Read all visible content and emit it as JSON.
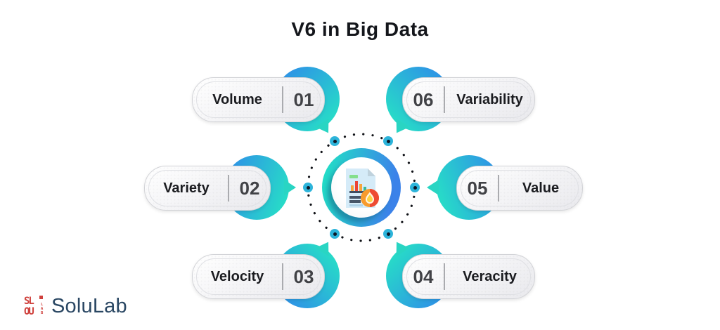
{
  "title": "V6 in Big Data",
  "nodes": [
    {
      "id": "volume",
      "label": "Volume",
      "number": "01",
      "side": "left",
      "row": "top"
    },
    {
      "id": "variability",
      "label": "Variability",
      "number": "06",
      "side": "right",
      "row": "top"
    },
    {
      "id": "variety",
      "label": "Variety",
      "number": "02",
      "side": "left",
      "row": "middle"
    },
    {
      "id": "value",
      "label": "Value",
      "number": "05",
      "side": "right",
      "row": "middle"
    },
    {
      "id": "velocity",
      "label": "Velocity",
      "number": "03",
      "side": "left",
      "row": "bottom"
    },
    {
      "id": "veracity",
      "label": "Veracity",
      "number": "04",
      "side": "right",
      "row": "bottom"
    }
  ],
  "center": {
    "icon": "document-chart-flame-icon"
  },
  "brand": {
    "name": "SoluLab",
    "mark": {
      "row1": "SL",
      "row2": "OU",
      "lab": [
        "L",
        "A",
        "B"
      ]
    }
  },
  "colors": {
    "teal": "#27ddc7",
    "blue": "#2e93e6",
    "title_text": "#14161b",
    "label_text": "#1b1c20",
    "number_text": "#414246",
    "divider": "#aaabaf",
    "logo_red": "#cf403c",
    "logo_navy": "#2a4763"
  }
}
